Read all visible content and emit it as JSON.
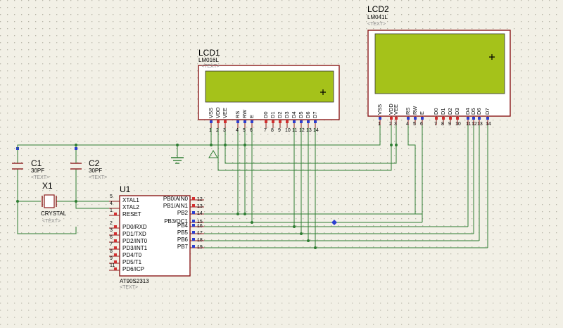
{
  "lcd1": {
    "ref": "LCD1",
    "model": "LM016L",
    "text_tag": "<TEXT>",
    "pins": [
      {
        "label": "VSS",
        "num": "1"
      },
      {
        "label": "VDD",
        "num": "2"
      },
      {
        "label": "VEE",
        "num": "3"
      },
      {
        "label": "RS",
        "num": "4"
      },
      {
        "label": "RW",
        "num": "5"
      },
      {
        "label": "E",
        "num": "6"
      },
      {
        "label": "D0",
        "num": "7"
      },
      {
        "label": "D1",
        "num": "8"
      },
      {
        "label": "D2",
        "num": "9"
      },
      {
        "label": "D3",
        "num": "10"
      },
      {
        "label": "D4",
        "num": "11"
      },
      {
        "label": "D5",
        "num": "12"
      },
      {
        "label": "D6",
        "num": "13"
      },
      {
        "label": "D7",
        "num": "14"
      }
    ]
  },
  "lcd2": {
    "ref": "LCD2",
    "model": "LM041L",
    "text_tag": "<TEXT>",
    "pins": [
      {
        "label": "VSS",
        "num": "1"
      },
      {
        "label": "VDD",
        "num": "2"
      },
      {
        "label": "VEE",
        "num": "3"
      },
      {
        "label": "RS",
        "num": "4"
      },
      {
        "label": "RW",
        "num": "5"
      },
      {
        "label": "E",
        "num": "6"
      },
      {
        "label": "D0",
        "num": "7"
      },
      {
        "label": "D1",
        "num": "8"
      },
      {
        "label": "D2",
        "num": "9"
      },
      {
        "label": "D3",
        "num": "10"
      },
      {
        "label": "D4",
        "num": "11"
      },
      {
        "label": "D5",
        "num": "12"
      },
      {
        "label": "D6",
        "num": "13"
      },
      {
        "label": "D7",
        "num": "14"
      }
    ]
  },
  "c1": {
    "ref": "C1",
    "value": "30PF",
    "text_tag": "<TEXT>"
  },
  "c2": {
    "ref": "C2",
    "value": "30PF",
    "text_tag": "<TEXT>"
  },
  "x1": {
    "ref": "X1",
    "value": "CRYSTAL",
    "text_tag": "<TEXT>"
  },
  "u1": {
    "ref": "U1",
    "model": "AT90S2313",
    "text_tag": "<TEXT>",
    "left_pins": [
      {
        "label": "XTAL1",
        "num": "5"
      },
      {
        "label": "XTAL2",
        "num": "4"
      },
      {
        "label": "RESET",
        "num": "1"
      },
      {
        "label": "PD0/RXD",
        "num": "2"
      },
      {
        "label": "PD1/TXD",
        "num": "3"
      },
      {
        "label": "PD2/INT0",
        "num": "6"
      },
      {
        "label": "PD3/INT1",
        "num": "7"
      },
      {
        "label": "PD4/T0",
        "num": "8"
      },
      {
        "label": "PD5/T1",
        "num": "9"
      },
      {
        "label": "PD6/ICP",
        "num": "11"
      }
    ],
    "right_pins": [
      {
        "label": "PB0/AIN0",
        "num": "12"
      },
      {
        "label": "PB1/AIN1",
        "num": "13"
      },
      {
        "label": "PB2",
        "num": "14"
      },
      {
        "label": "PB3/OC1",
        "num": "15"
      },
      {
        "label": "PB4",
        "num": "16"
      },
      {
        "label": "PB5",
        "num": "17"
      },
      {
        "label": "PB6",
        "num": "18"
      },
      {
        "label": "PB7",
        "num": "19"
      }
    ]
  },
  "colors": {
    "background": "#f2f0e6",
    "grid_dot": "#b8b6a8",
    "wire": "#2e7d32",
    "body": "#ffffff",
    "outline": "#8b1a1a",
    "lcd_screen": "#a5c21a",
    "pin_red": "#d23030",
    "pin_blue": "#2c3fd0"
  }
}
